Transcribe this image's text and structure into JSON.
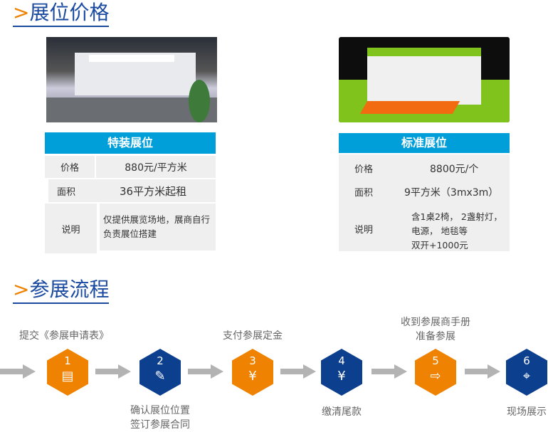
{
  "sections": {
    "price": {
      "prefix": ">",
      "title": "展位价格"
    },
    "process": {
      "prefix": ">",
      "title": "参展流程"
    }
  },
  "special": {
    "title": "特装展位",
    "rows": [
      {
        "label": "价格",
        "value": "880元/平方米"
      },
      {
        "label": "面积",
        "value": "36平方米起租"
      },
      {
        "label": "说明",
        "value": "仅提供展览场地，展商自行负责展位搭建"
      }
    ]
  },
  "standard": {
    "title": "标准展位",
    "rows": [
      {
        "label": "价格",
        "value": "8800元/个"
      },
      {
        "label": "面积",
        "value": "9平方米（3mx3m）"
      },
      {
        "label": "说明",
        "lines": [
          "含1桌2椅， 2盏射灯，",
          "电源， 地毯等",
          "双开+1000元"
        ]
      }
    ]
  },
  "steps": [
    {
      "num": "1",
      "label": "提交《参展申请表》",
      "color": "#ef8200",
      "icon": "document-icon",
      "glyph": "▤"
    },
    {
      "num": "2",
      "label": "确认展位位置签订参展合同",
      "l1": "确认展位位置",
      "l2": "签订参展合同",
      "color": "#0d3f8f",
      "icon": "sign-icon",
      "glyph": "✎"
    },
    {
      "num": "3",
      "label": "支付参展定金",
      "color": "#ef8200",
      "icon": "payment-icon",
      "glyph": "¥"
    },
    {
      "num": "4",
      "label": "缴清尾款",
      "color": "#0d3f8f",
      "icon": "yuan-icon",
      "glyph": "¥"
    },
    {
      "num": "5",
      "l1": "收到参展商手册",
      "l2": "准备参展",
      "color": "#ef8200",
      "icon": "truck-icon",
      "glyph": "⇨"
    },
    {
      "num": "6",
      "label": "现场展示",
      "color": "#0d3f8f",
      "icon": "location-icon",
      "glyph": "⌖"
    }
  ]
}
